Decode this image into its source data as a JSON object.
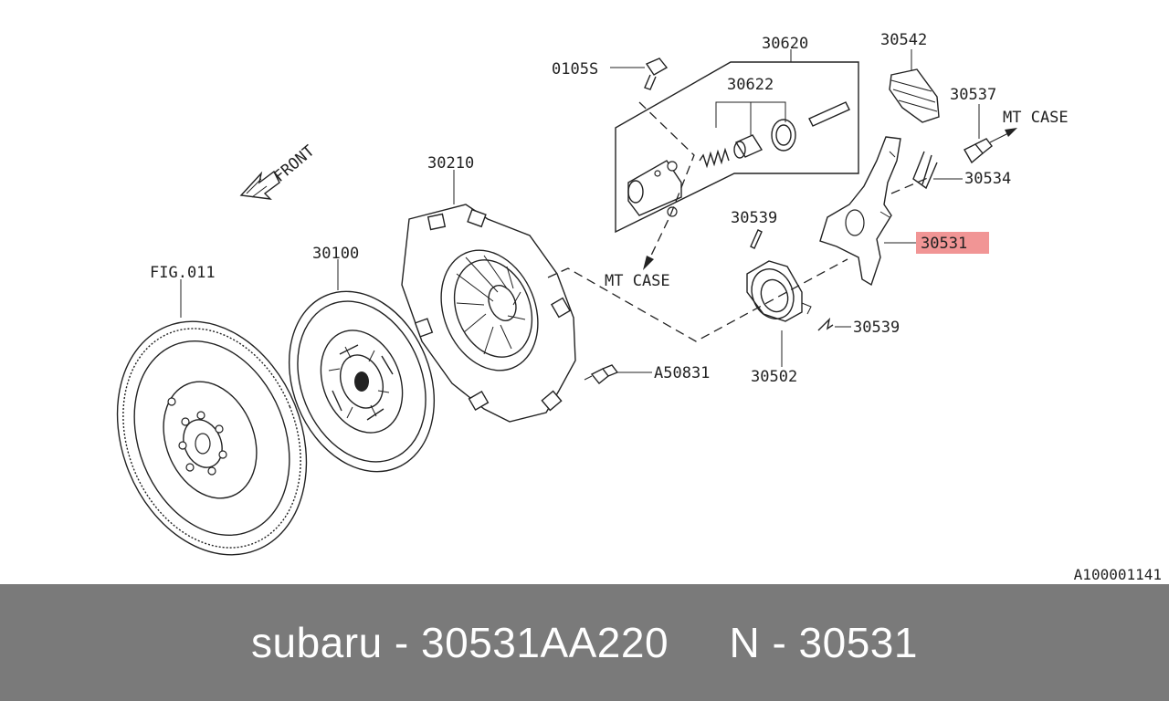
{
  "diagram": {
    "front_label": "FRONT",
    "fig_ref": "FIG.011",
    "diagram_code": "A100001141",
    "mt_case_labels": [
      "MT CASE",
      "MT CASE"
    ],
    "parts": {
      "flywheel_ref": "FIG.011",
      "disc": "30100",
      "cover": "30210",
      "bolt_cover": "A50831",
      "slave_cylinder": "30620",
      "repair_kit": "30622",
      "bolt_top": "0105S",
      "boot": "30542",
      "pivot": "30537",
      "spring": "30534",
      "fork": "30531",
      "clip_top": "30539",
      "clip_bottom": "30539",
      "bearing": "30502"
    },
    "highlighted_part": "30531",
    "highlight_color": "#f08a8a"
  },
  "footer": {
    "text": "subaru - 30531AA220     N - 30531"
  }
}
